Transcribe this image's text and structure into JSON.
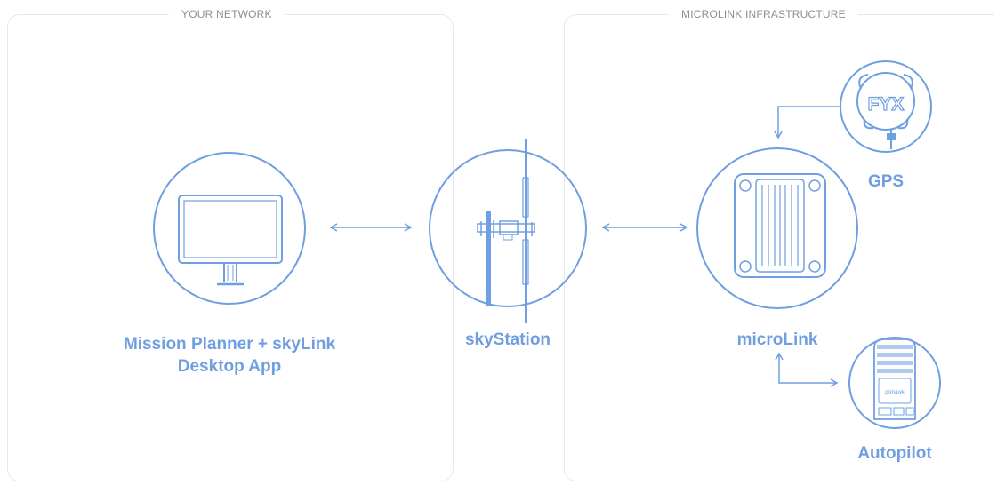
{
  "sections": {
    "left_title": "YOUR NETWORK",
    "right_title": "MICROLINK INFRASTRUCTURE"
  },
  "nodes": {
    "desktop": {
      "label_line1": "Mission Planner + skyLink",
      "label_line2": "Desktop App",
      "icon": "monitor-icon"
    },
    "skystation": {
      "label": "skyStation",
      "icon": "antenna-mast-icon"
    },
    "microlink": {
      "label": "microLink",
      "icon": "radio-module-icon"
    },
    "gps": {
      "label": "GPS",
      "icon": "gps-puck-icon",
      "badge_text": "FYX"
    },
    "autopilot": {
      "label": "Autopilot",
      "icon": "autopilot-icon",
      "brand_text": "pixhawk"
    }
  },
  "colors": {
    "accent": "#6f9fe0",
    "panel_border": "#e4e8ee",
    "section_title": "#8a8f96"
  }
}
